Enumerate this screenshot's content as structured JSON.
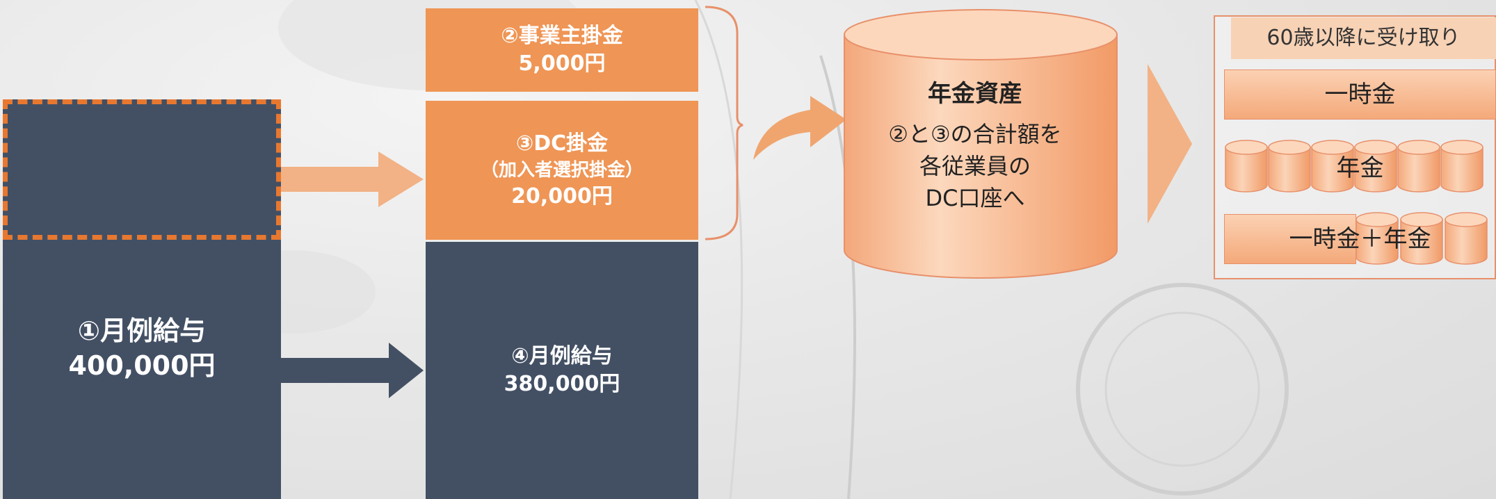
{
  "left": {
    "salary_label": "①月例給与",
    "salary_amount": "400,000円"
  },
  "middle": {
    "employer": {
      "label": "②事業主掛金",
      "amount": "5,000円"
    },
    "dc": {
      "label": "③DC掛金",
      "sublabel": "（加入者選択掛金）",
      "amount": "20,000円"
    },
    "salary_after": {
      "label": "④月例給与",
      "amount": "380,000円"
    }
  },
  "asset": {
    "title": "年金資産",
    "line1": "②と③の合計額を",
    "line2": "各従業員の",
    "line3": "DC口座へ"
  },
  "receive": {
    "header": "60歳以降に受け取り",
    "options": [
      "一時金",
      "年金",
      "一時金＋年金"
    ]
  },
  "colors": {
    "navy": "#435064",
    "orange": "#ef9555",
    "orange_dash": "#e8782f",
    "light_orange": "#f7d2b5"
  }
}
